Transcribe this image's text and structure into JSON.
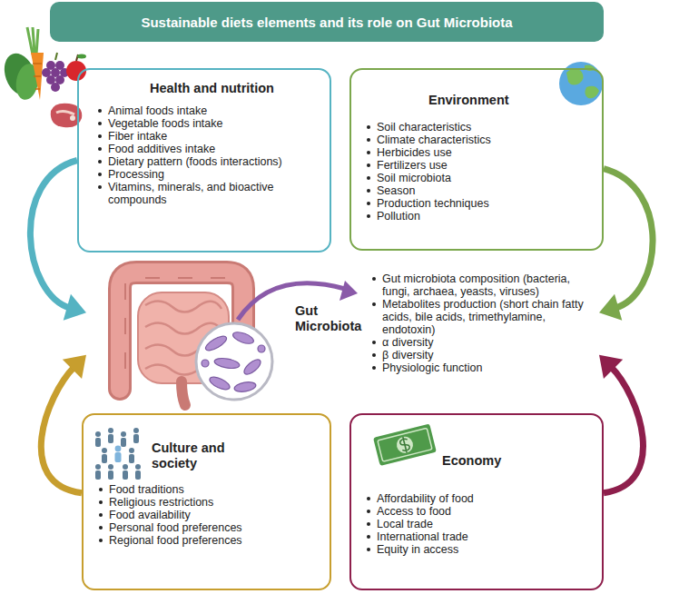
{
  "diagram": {
    "title": "Sustainable diets elements and its role on Gut Microbiota",
    "nodes": [
      {
        "text": [
          "Health and nutrition",
          "Animal foods intake",
          "Vegetable foods intake",
          "Fiber intake",
          "Food additives intake",
          "Dietary pattern (foods interactions)",
          "Processing",
          "Vitamins, minerals, and bioactive compounds"
        ]
      },
      {
        "text": [
          "Environment",
          "Soil characteristics",
          "Climate characteristics",
          "Herbicides use",
          "Fertilizers use",
          "Soil microbiota",
          "Season",
          "Production techniques",
          "Pollution"
        ]
      },
      {
        "text": [
          "Gut Microbiota",
          "Gut microbiota composition (bacteria, fungi, archaea, yeasts, viruses)",
          "Metabolites production (short chain fatty acids, bile acids, trimethylamine, endotoxin)",
          "α diversity",
          "β diversity",
          "Physiologic function"
        ]
      },
      {
        "text": [
          "Culture and society",
          "Food traditions",
          "Religious restrictions",
          "Food availability",
          "Personal food preferences",
          "Regional food preferences"
        ]
      },
      {
        "text": [
          "Economy",
          "Affordability of food",
          "Access to food",
          "Local trade",
          "International trade",
          "Equity in access"
        ]
      }
    ],
    "edges": [
      {
        "from": 0,
        "to": 2,
        "arrow": "to"
      },
      {
        "from": 1,
        "to": 2,
        "arrow": "to"
      },
      {
        "from": 3,
        "to": 2,
        "arrow": "to"
      },
      {
        "from": 4,
        "to": 2,
        "arrow": "to"
      }
    ]
  }
}
